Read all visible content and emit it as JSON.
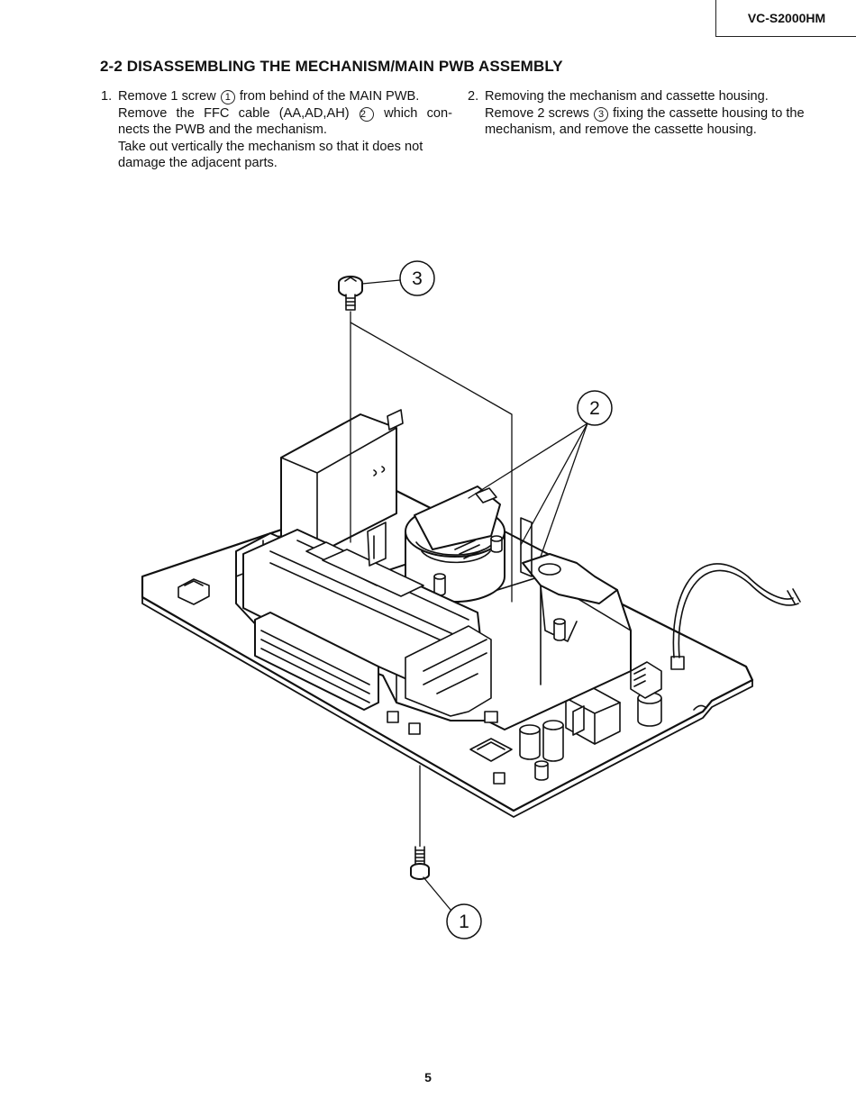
{
  "header": {
    "model": "VC-S2000HM"
  },
  "section": {
    "title": "2-2  DISASSEMBLING THE MECHANISM/MAIN PWB ASSEMBLY"
  },
  "steps": [
    {
      "number": "1.",
      "l1_pre": "Remove 1 screw",
      "l1_ref": "1",
      "l1_post": "from behind of the MAIN PWB.",
      "l2_pre": "Remove the FFC cable (AA,AD,AH)",
      "l2_ref": "2",
      "l2_post": "which con-",
      "l3": "nects the PWB and the mechanism.",
      "l4": "Take out vertically the mechanism so that it does not",
      "l5": "damage the adjacent parts."
    },
    {
      "number": "2.",
      "l1": "Removing the mechanism and cassette housing.",
      "l2_pre": "Remove 2 screws",
      "l2_ref": "3",
      "l2_post": "fixing the cassette housing to the",
      "l3": "mechanism, and remove the cassette housing."
    }
  ],
  "figure": {
    "callouts": [
      "3",
      "2",
      "1"
    ]
  },
  "footer": {
    "page_number": "5"
  }
}
